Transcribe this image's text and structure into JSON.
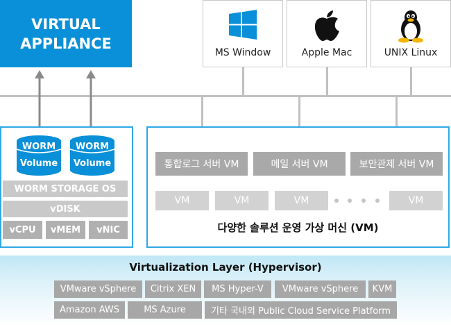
{
  "virtual_appliance": {
    "line1": "VIRTUAL",
    "line2": "APPLIANCE"
  },
  "guest_os": [
    {
      "label": "MS Window",
      "icon": "windows-logo-icon"
    },
    {
      "label": "Apple Mac",
      "icon": "apple-logo-icon"
    },
    {
      "label": "UNIX Linux",
      "icon": "linux-penguin-icon"
    }
  ],
  "worm": {
    "volumes": [
      {
        "line1": "WORM",
        "line2": "Volume"
      },
      {
        "line1": "WORM",
        "line2": "Volume"
      }
    ],
    "storage_os": "WORM STORAGE OS",
    "vdisk": "vDISK",
    "resources": [
      "vCPU",
      "vMEM",
      "vNIC"
    ]
  },
  "solutions": {
    "servers": [
      "통합로그 서버 VM",
      "메일 서버 VM",
      "보안관제 서버 VM"
    ],
    "vms": [
      "VM",
      "VM",
      "VM",
      "VM"
    ],
    "caption": "다양한 솔루션 운영 가상 머신 (VM)"
  },
  "hypervisor": {
    "title": "Virtualization Layer (Hypervisor)",
    "row1": [
      "VMware vSphere",
      "Citrix XEN",
      "MS Hyper-V",
      "VMware vSphere",
      "KVM"
    ],
    "row2": [
      "Amazon AWS",
      "MS Azure",
      "기타 국내외 Public Cloud Service Platform"
    ]
  },
  "colors": {
    "accent": "#0a90d8",
    "frame": "#2fa8e4",
    "connector": "#c0c0c0",
    "arrow": "#8a8a8a"
  }
}
